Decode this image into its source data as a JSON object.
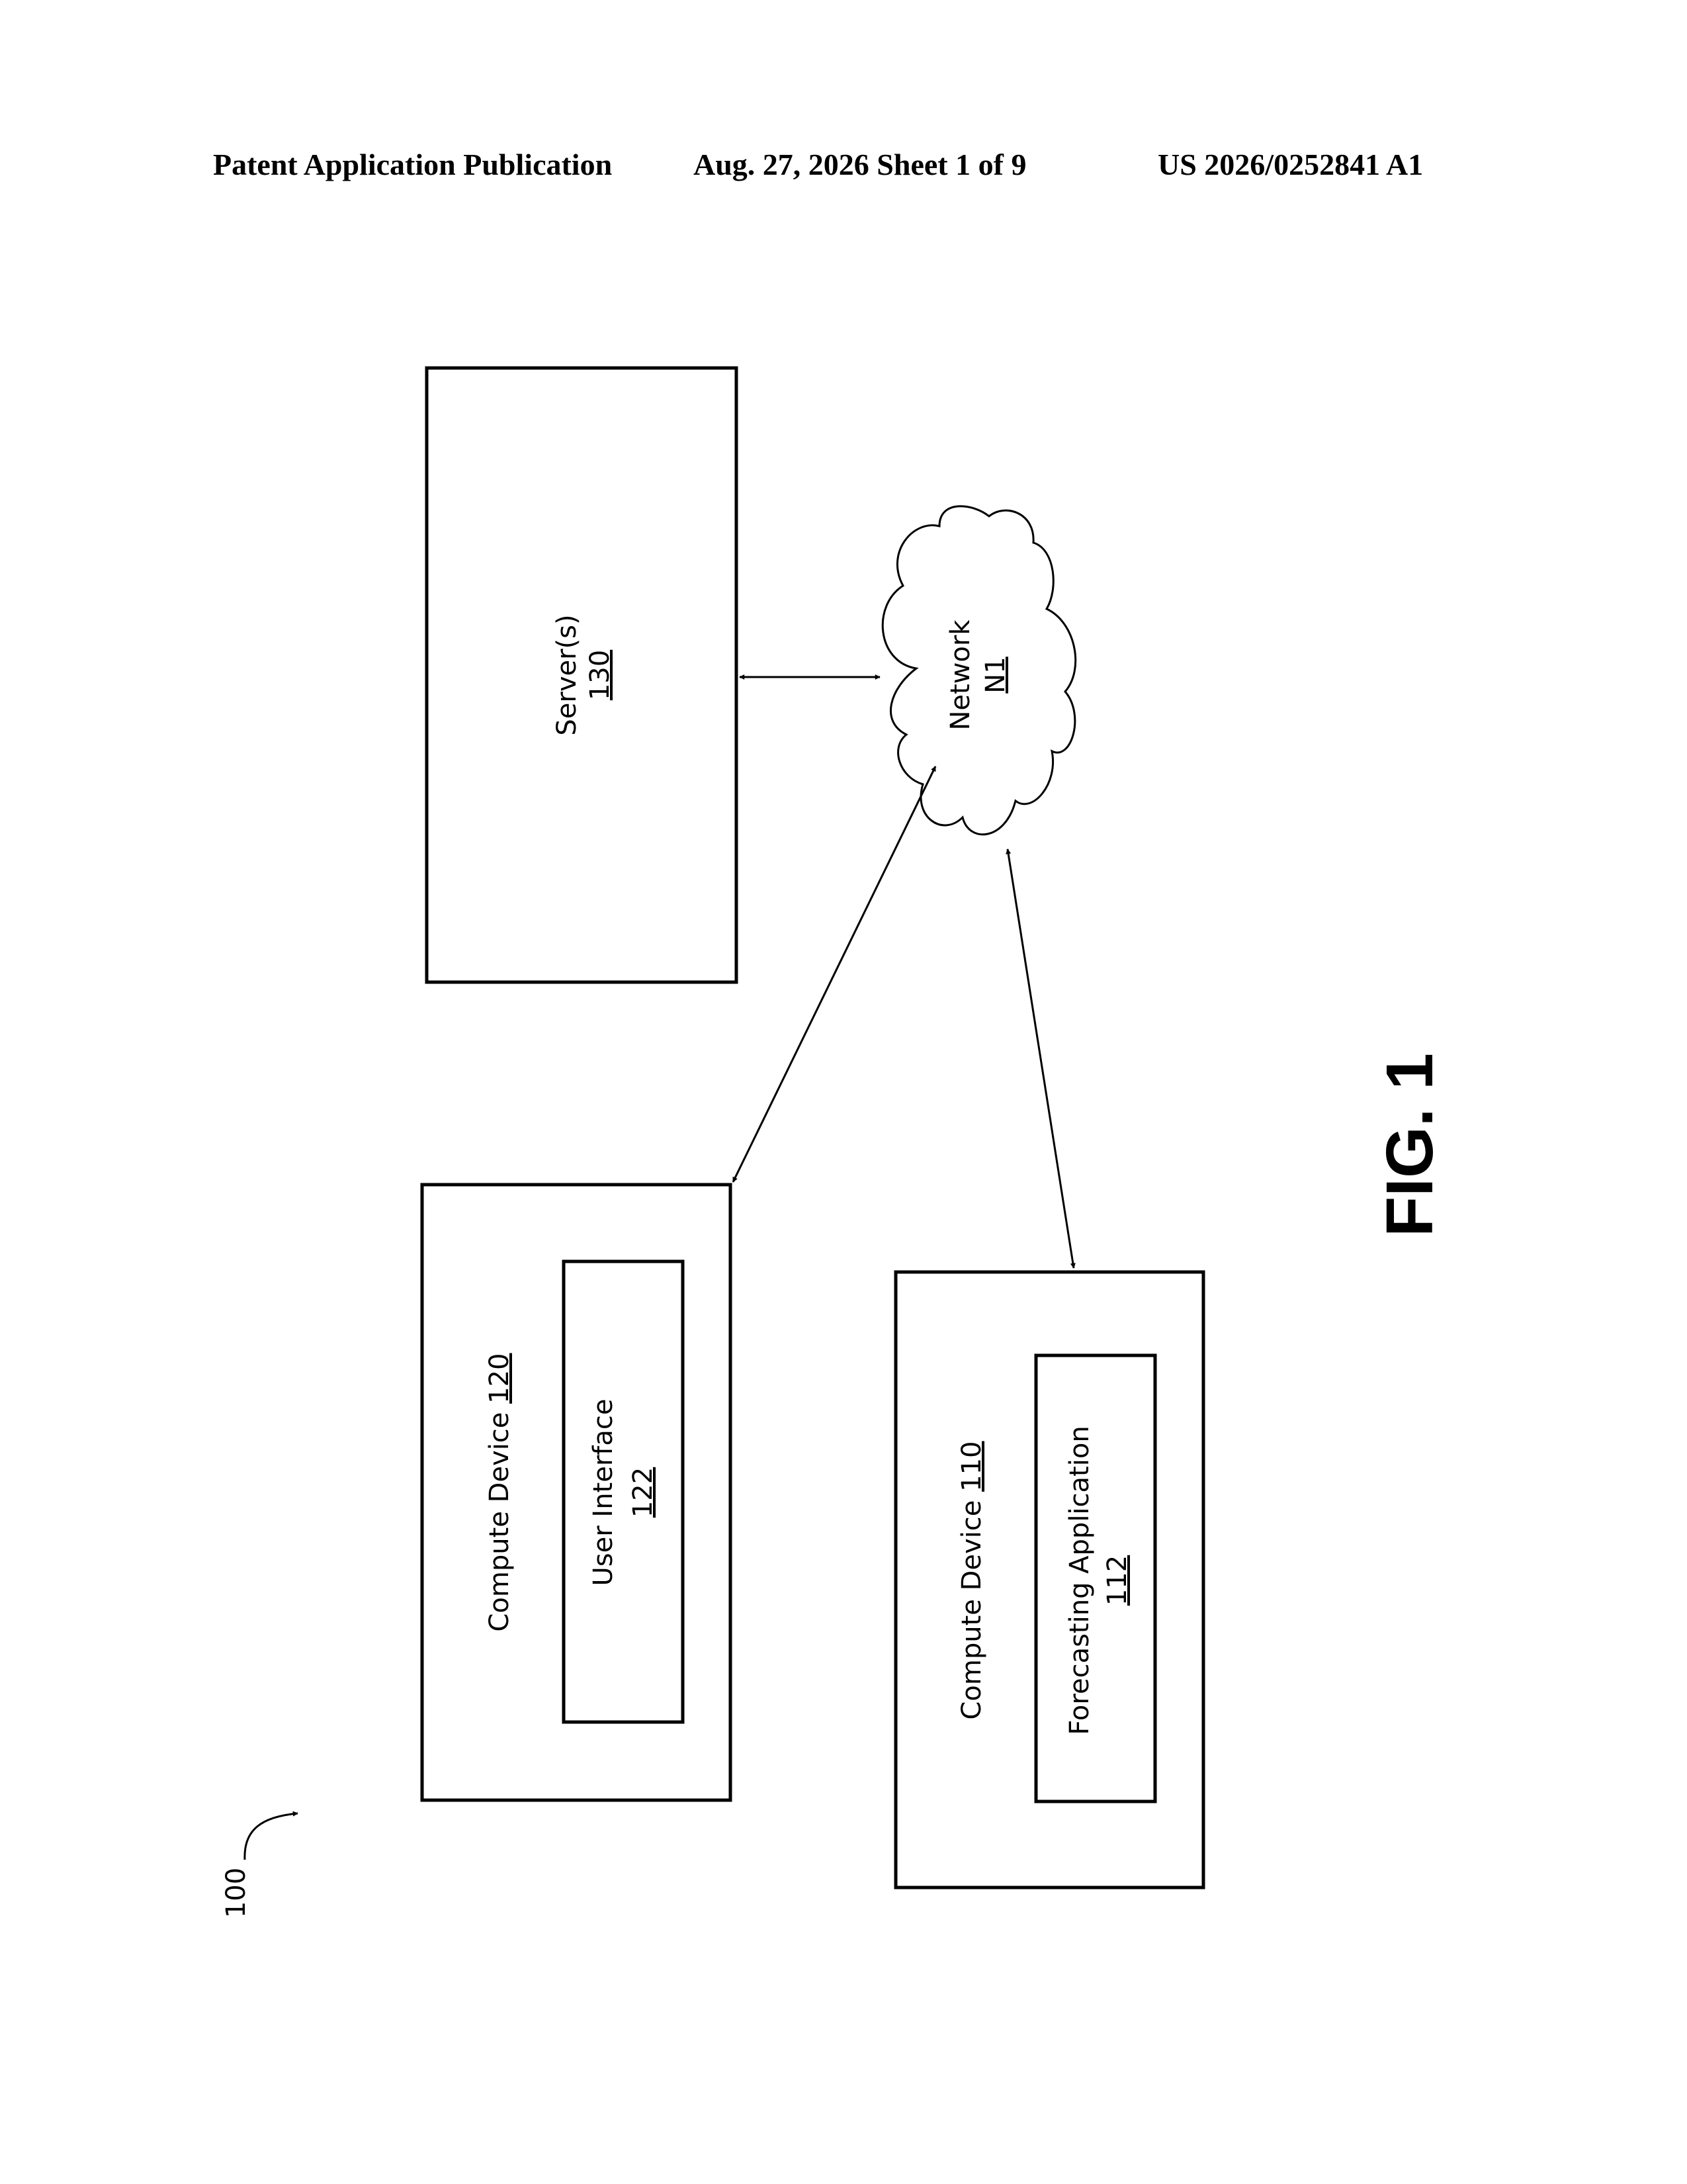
{
  "header": {
    "publication_type": "Patent Application Publication",
    "date_sheet": "Aug. 27, 2026  Sheet 1 of 9",
    "patent_number": "US 2026/0252841 A1"
  },
  "diagram": {
    "system_ref": "100",
    "figure_label": "FIG. 1",
    "server": {
      "label": "Server(s)",
      "ref": "130"
    },
    "network": {
      "label": "Network",
      "ref": "N1"
    },
    "compute_device_120": {
      "label": "Compute Device",
      "ref": "120"
    },
    "user_interface": {
      "label": "User Interface",
      "ref": "122"
    },
    "compute_device_110": {
      "label": "Compute Device",
      "ref": "110"
    },
    "forecasting_application": {
      "label": "Forecasting Application",
      "ref": "112"
    }
  }
}
